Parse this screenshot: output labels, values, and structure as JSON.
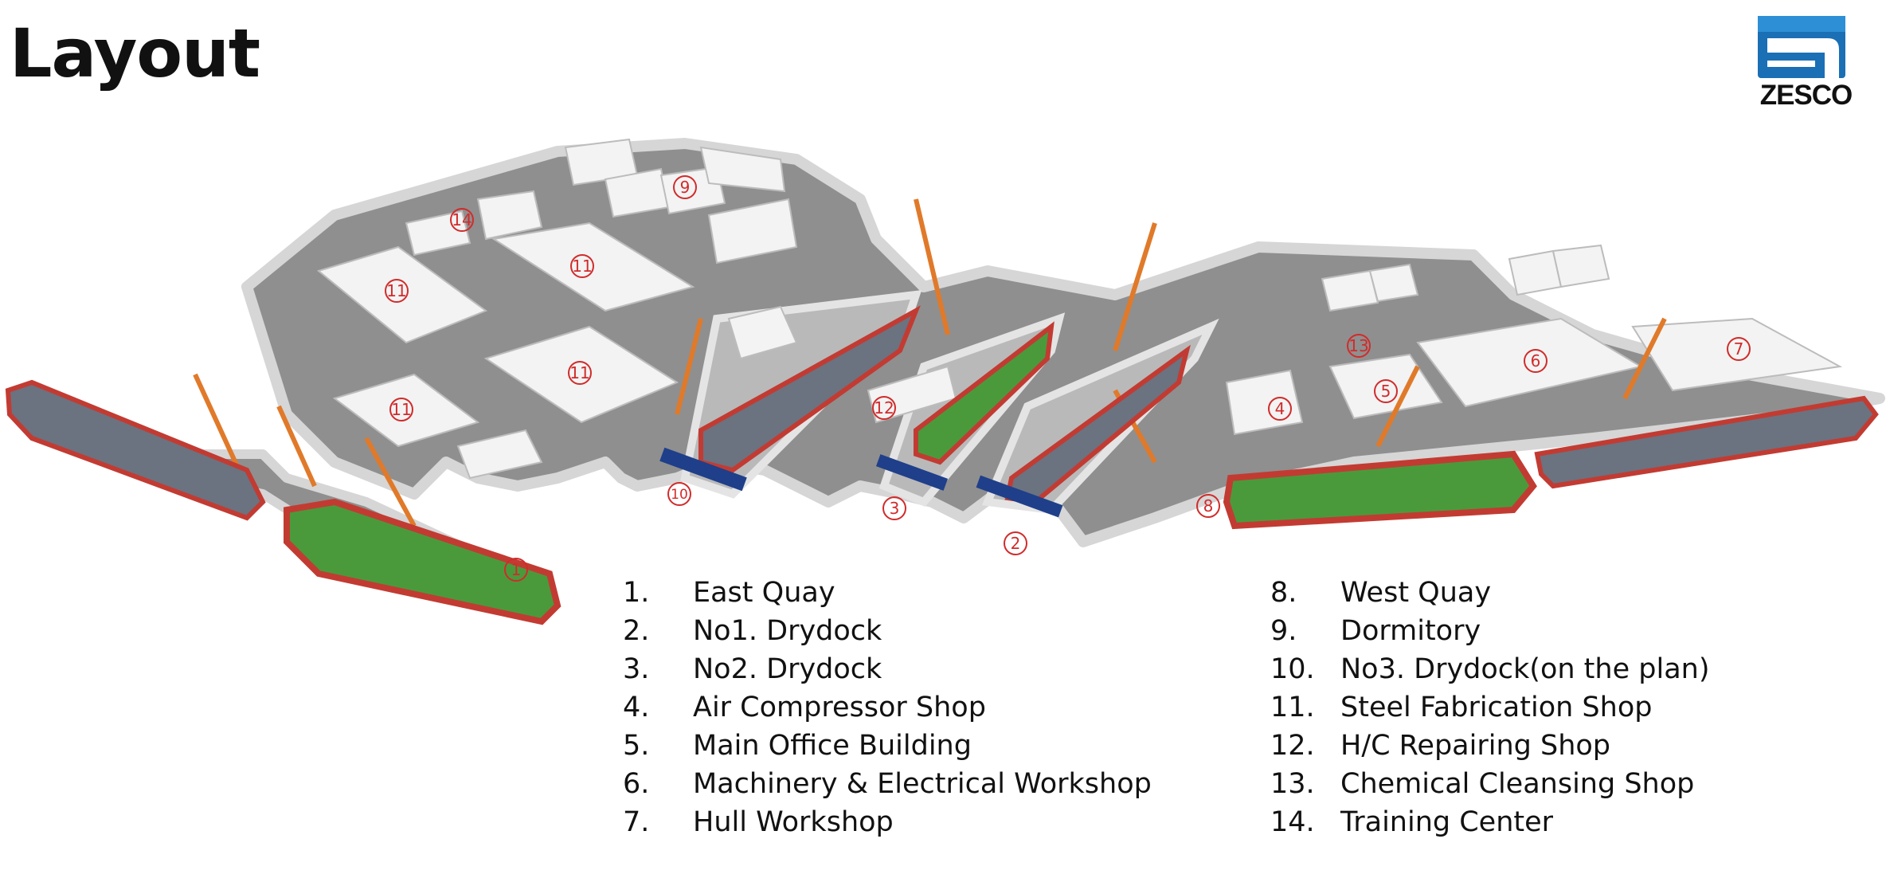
{
  "page": {
    "title": "Layout"
  },
  "logo": {
    "text": "ZESCO",
    "brand_color": "#1a6fb5"
  },
  "colors": {
    "ground": "#8f8f8f",
    "ground_edge": "#cfcfcf",
    "building": "#f2f2f2",
    "crane": "#e07a2a",
    "hull_red": "#c23b32",
    "deck_green": "#4a9a3c",
    "hull_grey": "#6b7280",
    "gate_blue": "#1f3f8a",
    "marker": "#d12b2b"
  },
  "map_markers": [
    "1",
    "2",
    "3",
    "4",
    "5",
    "6",
    "7",
    "8",
    "9",
    "10",
    "11",
    "11",
    "11",
    "11",
    "12",
    "13",
    "14"
  ],
  "legend_left": [
    {
      "num": "1.",
      "label": "East Quay"
    },
    {
      "num": "2.",
      "label": "No1. Drydock"
    },
    {
      "num": "3.",
      "label": "No2. Drydock"
    },
    {
      "num": "4.",
      "label": "Air Compressor Shop"
    },
    {
      "num": "5.",
      "label": "Main Office Building"
    },
    {
      "num": "6.",
      "label": "Machinery & Electrical Workshop"
    },
    {
      "num": "7.",
      "label": "Hull Workshop"
    }
  ],
  "legend_right": [
    {
      "num": "8.",
      "label": "West Quay"
    },
    {
      "num": "9.",
      "label": "Dormitory"
    },
    {
      "num": "10.",
      "label": "No3. Drydock(on the plan)"
    },
    {
      "num": "11.",
      "label": "Steel Fabrication Shop"
    },
    {
      "num": "12.",
      "label": "H/C Repairing Shop"
    },
    {
      "num": "13.",
      "label": "Chemical Cleansing Shop"
    },
    {
      "num": "14.",
      "label": "Training Center"
    }
  ]
}
